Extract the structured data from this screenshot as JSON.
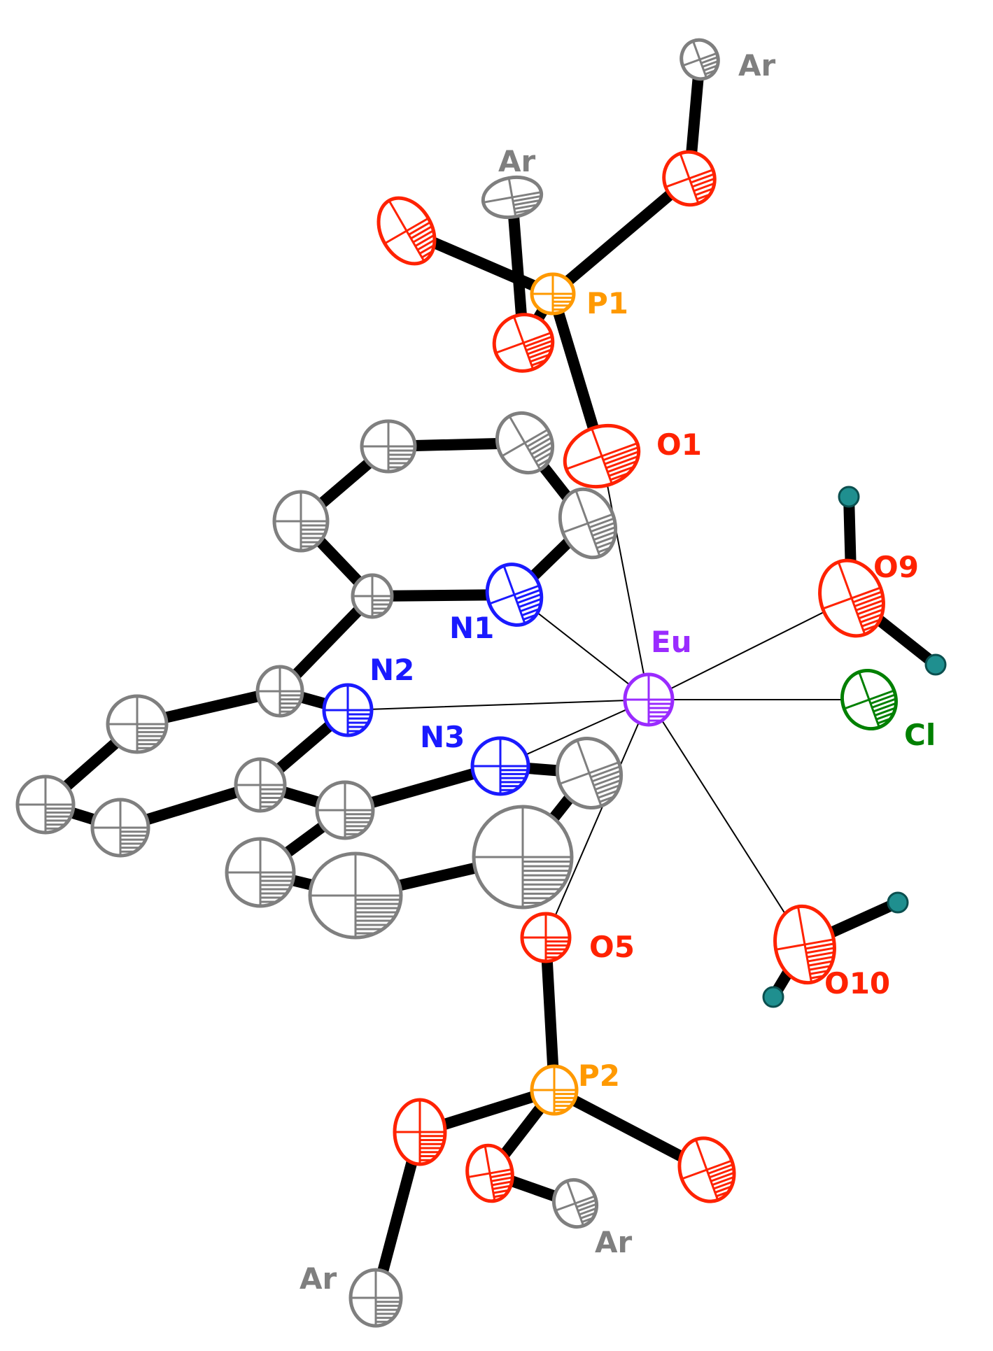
{
  "colors": {
    "carbon": "#7f7f7f",
    "oxygen": "#ff2200",
    "nitrogen": "#1a1aff",
    "phosphorus": "#ff9900",
    "europium": "#9a2bff",
    "chlorine": "#008000",
    "hydrogen": "#1f8f8f",
    "bond": "#000000",
    "aryl_label": "#7f7f7f"
  },
  "labels": {
    "ar_top": "Ar",
    "ar_upper": "Ar",
    "p1": "P1",
    "o1": "O1",
    "o9": "O9",
    "n1": "N1",
    "eu": "Eu",
    "n2": "N2",
    "cl": "Cl",
    "n3": "N3",
    "o5": "O5",
    "o10": "O10",
    "p2": "P2",
    "ar_lower_right": "Ar",
    "ar_lower_left": "Ar"
  },
  "atoms": [
    {
      "id": "Ar_top",
      "element": "C",
      "name": "aryl-top"
    },
    {
      "id": "O_p1b",
      "element": "O",
      "name": "p1-oxygen-ester-right"
    },
    {
      "id": "Ar_upper",
      "element": "C",
      "name": "aryl-upper"
    },
    {
      "id": "O_p1a",
      "element": "O",
      "name": "p1-oxygen-terminal"
    },
    {
      "id": "P1",
      "element": "P",
      "name": "p1"
    },
    {
      "id": "O_p1c",
      "element": "O",
      "name": "p1-oxygen-ester-left"
    },
    {
      "id": "O1",
      "element": "O",
      "name": "o1"
    },
    {
      "id": "C_a",
      "element": "C",
      "name": "ring1-c-top-left"
    },
    {
      "id": "C_b",
      "element": "C",
      "name": "ring1-c-top-right"
    },
    {
      "id": "C_c",
      "element": "C",
      "name": "ring1-c-right"
    },
    {
      "id": "C_d",
      "element": "C",
      "name": "ring1-c-left"
    },
    {
      "id": "C_e",
      "element": "C",
      "name": "ring1-c-bottom"
    },
    {
      "id": "N1",
      "element": "N",
      "name": "n1"
    },
    {
      "id": "O9",
      "element": "O",
      "name": "o9"
    },
    {
      "id": "H9a",
      "element": "H",
      "name": "o9-hydrogen-top"
    },
    {
      "id": "H9b",
      "element": "H",
      "name": "o9-hydrogen-right"
    },
    {
      "id": "Eu",
      "element": "Eu",
      "name": "europium"
    },
    {
      "id": "N2",
      "element": "N",
      "name": "n2"
    },
    {
      "id": "Cl",
      "element": "Cl",
      "name": "chlorine"
    },
    {
      "id": "C_f",
      "element": "C",
      "name": "ring2-c-top"
    },
    {
      "id": "C_g",
      "element": "C",
      "name": "ring2-c-upper-left"
    },
    {
      "id": "C_h",
      "element": "C",
      "name": "ring2-c-left"
    },
    {
      "id": "C_i",
      "element": "C",
      "name": "ring2-c-lower-left"
    },
    {
      "id": "C_j",
      "element": "C",
      "name": "ring2-c-bottom"
    },
    {
      "id": "N3",
      "element": "N",
      "name": "n3"
    },
    {
      "id": "C_k",
      "element": "C",
      "name": "ring3-c-right"
    },
    {
      "id": "C_l",
      "element": "C",
      "name": "ring3-c-left"
    },
    {
      "id": "C_m",
      "element": "C",
      "name": "ring3-c-large"
    },
    {
      "id": "C_n",
      "element": "C",
      "name": "ring3-c-lower-left"
    },
    {
      "id": "C_o",
      "element": "C",
      "name": "ring3-c-bottom"
    },
    {
      "id": "O5",
      "element": "O",
      "name": "o5"
    },
    {
      "id": "O10",
      "element": "O",
      "name": "o10"
    },
    {
      "id": "H10a",
      "element": "H",
      "name": "o10-hydrogen-right"
    },
    {
      "id": "H10b",
      "element": "H",
      "name": "o10-hydrogen-bottom"
    },
    {
      "id": "P2",
      "element": "P",
      "name": "p2"
    },
    {
      "id": "O_p2a",
      "element": "O",
      "name": "p2-oxygen-ester-left"
    },
    {
      "id": "O_p2b",
      "element": "O",
      "name": "p2-oxygen-ester-middle"
    },
    {
      "id": "O_p2c",
      "element": "O",
      "name": "p2-oxygen-terminal"
    },
    {
      "id": "Ar_lr",
      "element": "C",
      "name": "aryl-lower-right"
    },
    {
      "id": "Ar_ll",
      "element": "C",
      "name": "aryl-lower-left"
    }
  ],
  "bonds": [
    {
      "a": "Ar_top",
      "b": "O_p1b",
      "type": "covalent"
    },
    {
      "a": "O_p1b",
      "b": "P1",
      "type": "covalent"
    },
    {
      "a": "O_p1a",
      "b": "P1",
      "type": "covalent"
    },
    {
      "a": "Ar_upper",
      "b": "O_p1c",
      "type": "covalent"
    },
    {
      "a": "P1",
      "b": "O_p1c",
      "type": "covalent"
    },
    {
      "a": "P1",
      "b": "O1",
      "type": "covalent"
    },
    {
      "a": "C_a",
      "b": "C_b",
      "type": "covalent"
    },
    {
      "a": "C_b",
      "b": "C_c",
      "type": "covalent"
    },
    {
      "a": "C_a",
      "b": "C_d",
      "type": "covalent"
    },
    {
      "a": "C_d",
      "b": "C_e",
      "type": "covalent"
    },
    {
      "a": "C_e",
      "b": "N1",
      "type": "covalent"
    },
    {
      "a": "N1",
      "b": "C_c",
      "type": "covalent"
    },
    {
      "a": "C_e",
      "b": "C_f",
      "type": "covalent"
    },
    {
      "a": "C_f",
      "b": "N2",
      "type": "covalent"
    },
    {
      "a": "C_f",
      "b": "C_g",
      "type": "covalent"
    },
    {
      "a": "C_g",
      "b": "C_h",
      "type": "covalent"
    },
    {
      "a": "C_h",
      "b": "C_i",
      "type": "covalent"
    },
    {
      "a": "C_i",
      "b": "C_j",
      "type": "covalent"
    },
    {
      "a": "C_j",
      "b": "N2",
      "type": "covalent"
    },
    {
      "a": "C_j",
      "b": "C_l",
      "type": "covalent"
    },
    {
      "a": "C_l",
      "b": "N3",
      "type": "covalent"
    },
    {
      "a": "N3",
      "b": "C_k",
      "type": "covalent"
    },
    {
      "a": "C_k",
      "b": "C_m",
      "type": "covalent"
    },
    {
      "a": "C_m",
      "b": "C_o",
      "type": "covalent"
    },
    {
      "a": "C_o",
      "b": "C_n",
      "type": "covalent"
    },
    {
      "a": "C_n",
      "b": "C_l",
      "type": "covalent"
    },
    {
      "a": "O9",
      "b": "H9a",
      "type": "covalent"
    },
    {
      "a": "O9",
      "b": "H9b",
      "type": "covalent"
    },
    {
      "a": "O10",
      "b": "H10a",
      "type": "covalent"
    },
    {
      "a": "O10",
      "b": "H10b",
      "type": "covalent"
    },
    {
      "a": "O5",
      "b": "P2",
      "type": "covalent"
    },
    {
      "a": "P2",
      "b": "O_p2a",
      "type": "covalent"
    },
    {
      "a": "P2",
      "b": "O_p2b",
      "type": "covalent"
    },
    {
      "a": "P2",
      "b": "O_p2c",
      "type": "covalent"
    },
    {
      "a": "O_p2a",
      "b": "Ar_ll",
      "type": "covalent"
    },
    {
      "a": "O_p2b",
      "b": "Ar_lr",
      "type": "covalent"
    },
    {
      "a": "Eu",
      "b": "O1",
      "type": "coordination"
    },
    {
      "a": "Eu",
      "b": "N1",
      "type": "coordination"
    },
    {
      "a": "Eu",
      "b": "O9",
      "type": "coordination"
    },
    {
      "a": "Eu",
      "b": "N2",
      "type": "coordination"
    },
    {
      "a": "Eu",
      "b": "Cl",
      "type": "coordination"
    },
    {
      "a": "Eu",
      "b": "N3",
      "type": "coordination"
    },
    {
      "a": "Eu",
      "b": "O5",
      "type": "coordination"
    },
    {
      "a": "Eu",
      "b": "O10",
      "type": "coordination"
    }
  ]
}
